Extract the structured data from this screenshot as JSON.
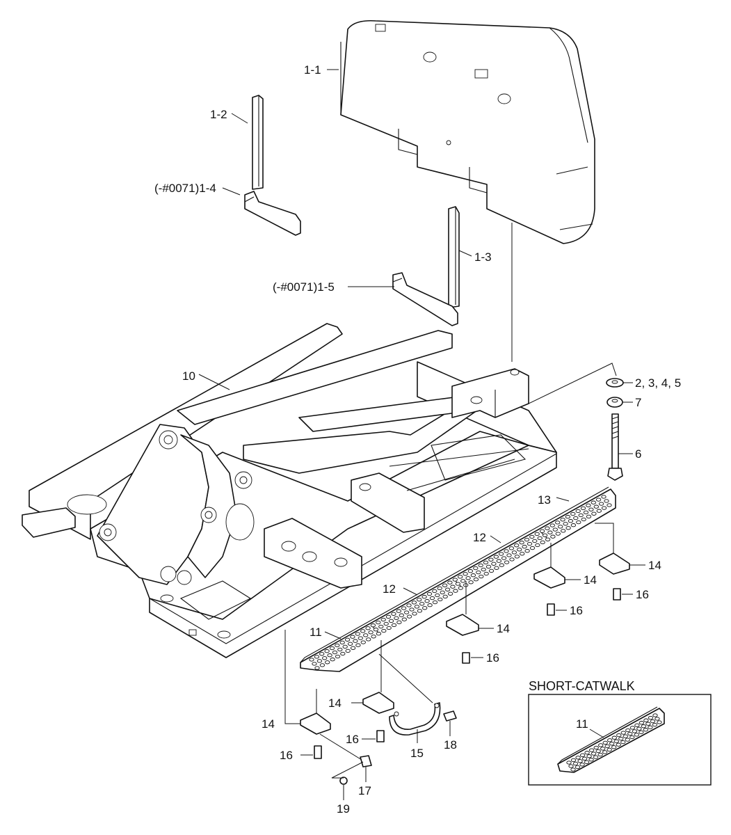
{
  "labels": {
    "l1_1": "1-1",
    "l1_2": "1-2",
    "l1_4": "(-#0071)1-4",
    "l1_3": "1-3",
    "l1_5": "(-#0071)1-5",
    "l10": "10",
    "l2345": "2, 3, 4, 5",
    "l7": "7",
    "l6": "6",
    "l13": "13",
    "l12a": "12",
    "l12b": "12",
    "l14a": "14",
    "l14b": "14",
    "l14c": "14",
    "l14d": "14",
    "l14e": "14",
    "l16a": "16",
    "l16b": "16",
    "l16c": "16",
    "l16d": "16",
    "l16e": "16",
    "l11": "11",
    "l15": "15",
    "l17": "17",
    "l18": "18",
    "l19": "19",
    "l11s": "11"
  },
  "inset": {
    "title": "SHORT-CATWALK"
  },
  "colors": {
    "line": "#111111",
    "background": "#ffffff"
  }
}
